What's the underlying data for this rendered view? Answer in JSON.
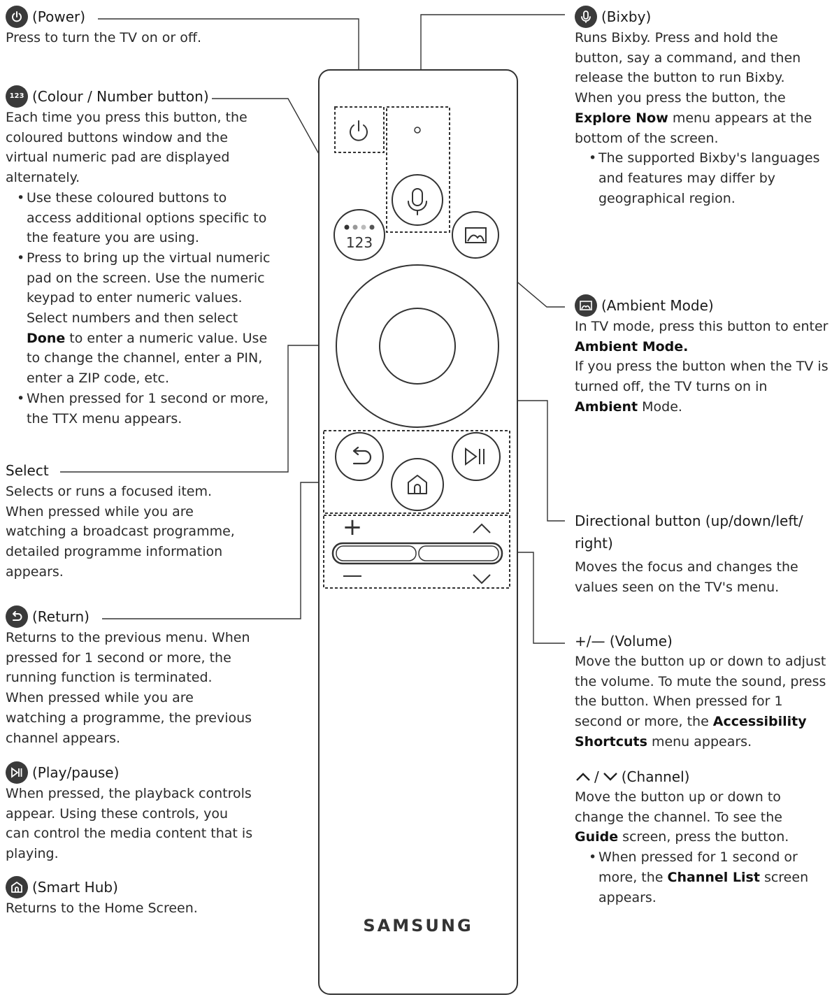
{
  "power": {
    "title": "(Power)",
    "desc": "Press to turn the TV on or off."
  },
  "colour": {
    "title": "(Colour / Number button)",
    "icon_text": "123",
    "desc": "Each time you press this button, the coloured buttons window and the virtual numeric pad are displayed alternately.",
    "bullet1": "Use these coloured buttons to access additional options specific to the feature you are using.",
    "bullet2_a": "Press to bring up the virtual numeric pad on the screen. Use the numeric keypad to enter numeric values. Select numbers and then select ",
    "bullet2_bold": "Done",
    "bullet2_b": " to enter a numeric value. Use to change the channel, enter a PIN, enter a ZIP code, etc.",
    "bullet3": "When pressed for 1 second or more, the TTX menu appears."
  },
  "select": {
    "title": "Select",
    "desc": "Selects or runs a focused item. When pressed while you are watching a broadcast programme, detailed programme information appears."
  },
  "return": {
    "title": "(Return)",
    "desc": "Returns to the previous menu. When pressed for 1 second or more, the running function is terminated. When pressed while you are watching a programme, the previous channel appears."
  },
  "playpause": {
    "title": "(Play/pause)",
    "desc": "When pressed, the playback controls appear. Using these controls, you can control the media content that is playing."
  },
  "smarthub": {
    "title": "(Smart Hub)",
    "desc": "Returns to the Home Screen."
  },
  "bixby": {
    "title": "(Bixby)",
    "desc1": "Runs Bixby. Press and hold the button, say a command, and then release the button to run Bixby.",
    "desc2_a": "When you press the button, the ",
    "desc2_bold": "Explore Now",
    "desc2_b": " menu appears at the bottom of the screen.",
    "bullet": "The supported Bixby's languages and features may differ by geographical region."
  },
  "ambient": {
    "title": "(Ambient Mode)",
    "desc1_a": "In TV mode, press this button to enter ",
    "desc1_bold": "Ambient Mode.",
    "desc2_a": "If you press the button when the TV is turned off, the TV turns on in ",
    "desc2_bold": "Ambient",
    "desc2_b": " Mode."
  },
  "directional": {
    "title": "Directional button (up/down/left/ right)",
    "desc": "Moves the focus and changes the values seen on the TV's menu."
  },
  "volume": {
    "title": "+/— (Volume)",
    "desc_a": "Move the button up or down to adjust the volume. To mute the sound, press the button. When pressed for 1 second or more, the ",
    "desc_bold": "Accessibility Shortcuts",
    "desc_b": " menu appears."
  },
  "channel": {
    "title": "(Channel)",
    "desc_a": "Move the button up or down to change the channel. To see the ",
    "desc_bold": "Guide",
    "desc_b": " screen, press the button.",
    "bullet_a": "When pressed for 1 second or more, the ",
    "bullet_bold": "Channel List",
    "bullet_b": " screen appears."
  },
  "remote": {
    "brand": "SAMSUNG",
    "colour_button_text": "123",
    "volume_plus": "+",
    "volume_minus": "—"
  }
}
